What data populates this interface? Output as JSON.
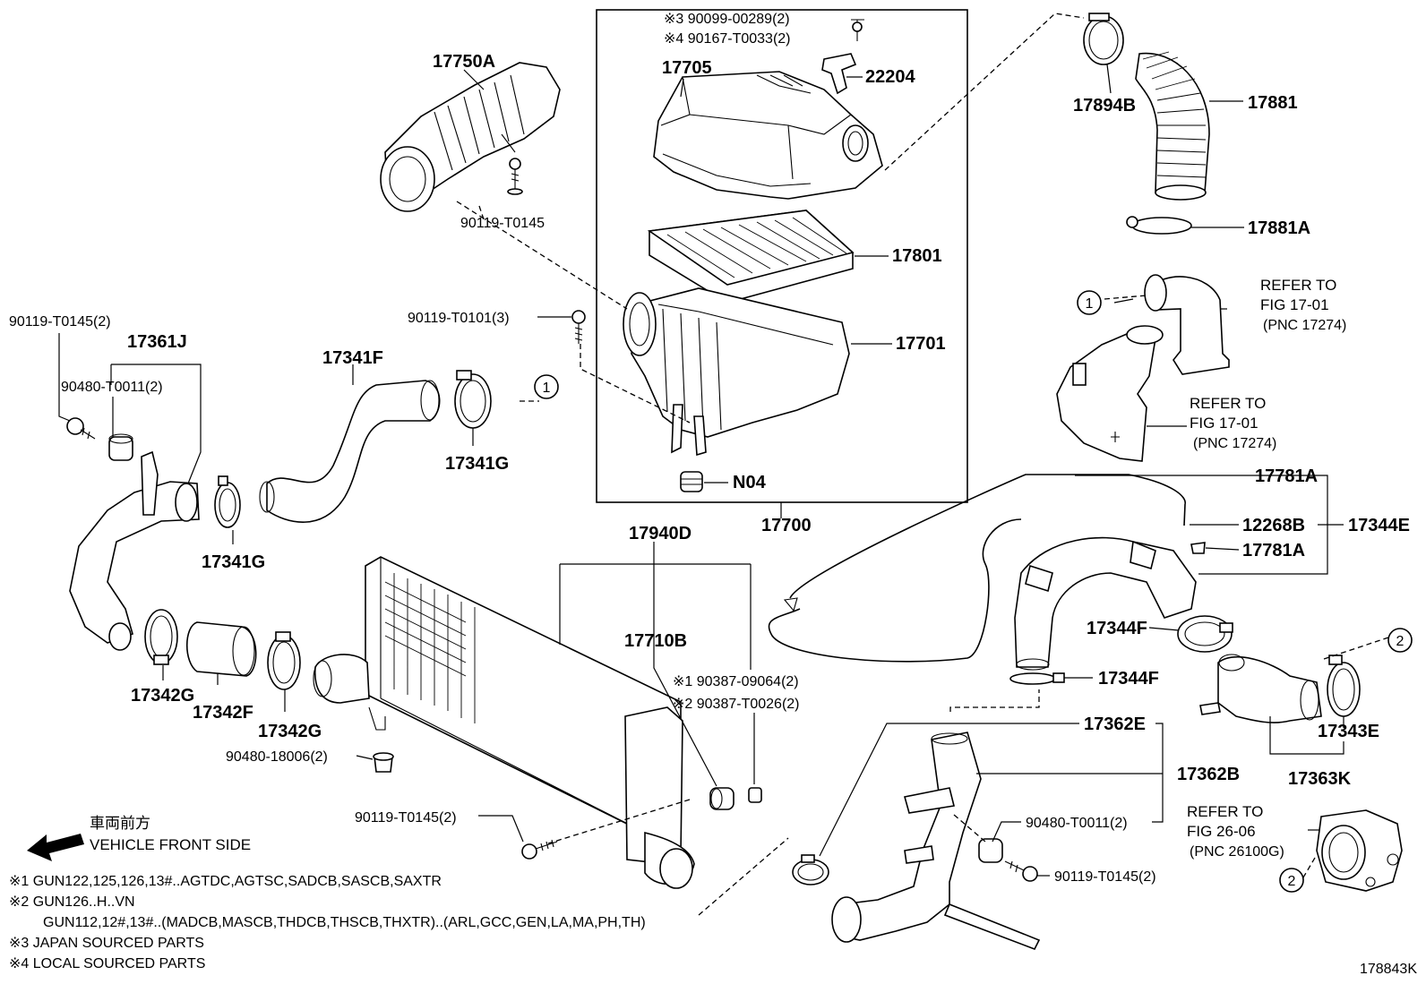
{
  "diagram": {
    "callouts": {
      "p17750A": "17750A",
      "p90119_T0145_top": "90119-T0145",
      "p17705": "17705",
      "p22204": "22204",
      "p90099": "※3 90099-00289(2)",
      "p90167": "※4 90167-T0033(2)",
      "p17801": "17801",
      "p17701": "17701",
      "p90119_T0101": "90119-T0101(3)",
      "pN04": "N04",
      "p17700": "17700",
      "p17894B": "17894B",
      "p17881": "17881",
      "p17881A": "17881A",
      "p90119_T0145_left": "90119-T0145(2)",
      "p17361J": "17361J",
      "p90480_T0011_left": "90480-T0011(2)",
      "p17341F": "17341F",
      "p17341G_a": "17341G",
      "p17341G_b": "17341G",
      "p17342G_a": "17342G",
      "p17342F": "17342F",
      "p17342G_b": "17342G",
      "p90480_18006": "90480-18006(2)",
      "p17940D": "17940D",
      "p17710B": "17710B",
      "p90387_09064": "※1 90387-09064(2)",
      "p90387_T0026": "※2 90387-T0026(2)",
      "p90119_T0145_bottom": "90119-T0145(2)",
      "p17781A_top": "17781A",
      "p12268B": "12268B",
      "p17344E": "17344E",
      "p17781A_bot": "17781A",
      "p17344F_a": "17344F",
      "p17344F_b": "17344F",
      "p17343E": "17343E",
      "p17363K": "17363K",
      "p17362E": "17362E",
      "p17362B": "17362B",
      "p90480_T0011_right": "90480-T0011(2)",
      "p90119_T0145_right": "90119-T0145(2)"
    },
    "references": [
      {
        "line1": "REFER TO",
        "line2": "FIG 17-01",
        "line3": "(PNC 17274)"
      },
      {
        "line1": "REFER TO",
        "line2": "FIG 17-01",
        "line3": "(PNC 17274)"
      },
      {
        "line1": "REFER TO",
        "line2": "FIG 26-06",
        "line3": "(PNC 26100G)"
      }
    ],
    "circle_markers": [
      "1",
      "1",
      "2",
      "2"
    ],
    "vehicle_front": {
      "jp": "車両前方",
      "en": "VEHICLE FRONT SIDE"
    },
    "footnotes": [
      "※1 GUN122,125,126,13#..AGTDC,AGTSC,SADCB,SASCB,SAXTR",
      "※2 GUN126..H..VN",
      "GUN112,12#,13#..(MADCB,MASCB,THDCB,THSCB,THXTR)..(ARL,GCC,GEN,LA,MA,PH,TH)",
      "※3 JAPAN SOURCED PARTS",
      "※4 LOCAL SOURCED PARTS"
    ],
    "figure_id": "178843K"
  }
}
